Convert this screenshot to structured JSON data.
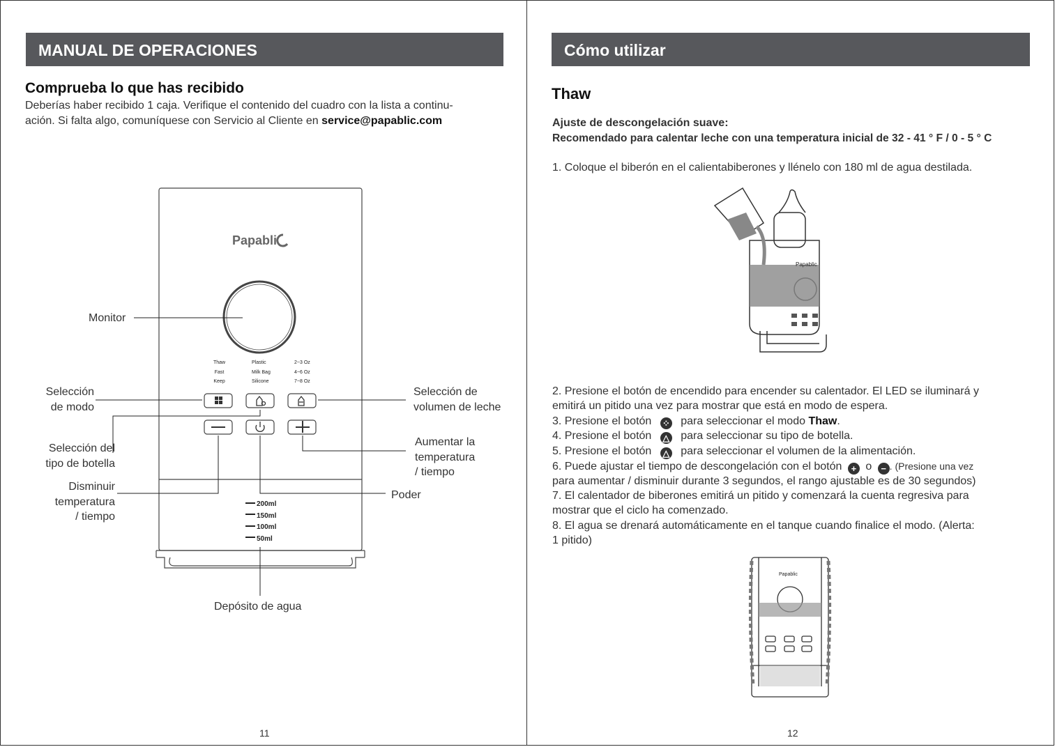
{
  "left": {
    "header": "MANUAL DE OPERACIONES",
    "section_title": "Comprueba lo que has recibido",
    "intro_line1": "Deberías haber recibido 1 caja. Verifique el contenido del cuadro con la lista a continu-",
    "intro_line2": "ación. Si falta algo, comuníquese con Servicio al Cliente en",
    "email": "service@papablic.com",
    "device": {
      "brand": "Papabli",
      "modes": [
        "Thaw",
        "Fast",
        "Keep"
      ],
      "bottle_types": [
        "Plastic",
        "Milk Bag",
        "Silicone"
      ],
      "volumes": [
        "2~3 Oz",
        "4~6 Oz",
        "7~8 Oz"
      ],
      "water_levels": [
        "200ml",
        "150ml",
        "100ml",
        "50ml"
      ]
    },
    "labels": {
      "monitor": "Monitor",
      "mode_1": "Selección",
      "mode_2": "de modo",
      "bottle_1": "Selección del",
      "bottle_2": "tipo de botella",
      "decrease_1": "Disminuir",
      "decrease_2": "temperatura",
      "decrease_3": "/ tiempo",
      "volume_1": "Selección de",
      "volume_2": "volumen de leche",
      "increase_1": "Aumentar la",
      "increase_2": "temperatura",
      "increase_3": "/ tiempo",
      "power": "Poder",
      "tank": "Depósito de agua"
    },
    "page_number": "11"
  },
  "right": {
    "header": "Cómo utilizar",
    "section_title": "Thaw",
    "subtitle_1": "Ajuste de descongelación suave:",
    "subtitle_2": "Recomendado para calentar leche con una temperatura inicial de 32 - 41 ° F / 0 - 5 ° C",
    "step1": "1. Coloque el biberón en el calientabiberones y llénelo con 180 ml de agua destilada.",
    "step2a": "2. Presione el botón de encendido para encender su calentador. El LED se iluminará y",
    "step2b": " emitirá un pitido una vez para mostrar que está en modo de espera.",
    "step3_pre": "3. Presione el botón",
    "step3_post": "para seleccionar el modo",
    "step3_bold": "Thaw",
    "step4_pre": "4. Presione el botón",
    "step4_post": "para seleccionar su tipo de botella.",
    "step5_pre": "5. Presione el botón",
    "step5_post": "para seleccionar el volumen de la alimentación.",
    "step6_pre": "6. Puede ajustar el tiempo de descongelación con el botón",
    "step6_mid": "o",
    "step6_post": ". (Presione una vez",
    "step6b": "para aumentar / disminuir durante 3 segundos, el rango ajustable es de 30 segundos)",
    "step7a": "7. El calentador de biberones emitirá un pitido y comenzará la cuenta regresiva para",
    "step7b": "mostrar que el ciclo ha comenzado.",
    "step8a": "8. El agua se drenará automáticamente en el tanque cuando finalice el modo. (Alerta:",
    "step8b": "1 pitido)",
    "figure1_brand": "Papablic",
    "figure2_brand": "Papablic",
    "page_number": "12"
  }
}
